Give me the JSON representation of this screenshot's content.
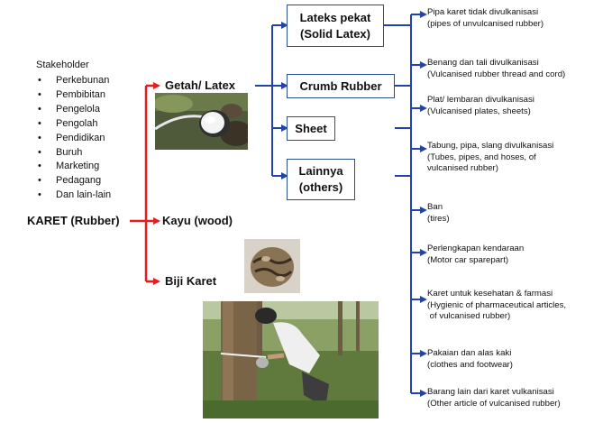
{
  "stakeholder": {
    "title": "Stakeholder",
    "items": [
      "Perkebunan",
      "Pembibitan",
      "Pengelola",
      "Pengolah",
      "Pendidikan",
      "Buruh",
      "Marketing",
      "Pedagang",
      "Dan lain-lain"
    ]
  },
  "root": {
    "label": "KARET (Rubber)"
  },
  "branches": {
    "latex": "Getah/ Latex",
    "wood": "Kayu (wood)",
    "seed": "Biji Karet"
  },
  "latex_products": {
    "solid_line1": "Lateks pekat",
    "solid_line2": "(Solid Latex)",
    "crumb": "Crumb Rubber",
    "sheet": "Sheet",
    "others_line1": "Lainnya",
    "others_line2": "(others)"
  },
  "end_products": [
    {
      "line1": "Pipa karet tidak divulkanisasi",
      "line2": "(pipes of unvulcanised rubber)"
    },
    {
      "line1": "Benang dan tali divulkanisasi",
      "line2": "(Vulcanised rubber thread and cord)"
    },
    {
      "line1": "Plat/ lembaran divulkanisasi",
      "line2": "(Vulcanised plates, sheets)"
    },
    {
      "line1": "Tabung, pipa, slang divulkanisasi",
      "line2": "(Tubes, pipes, and hoses, of",
      "line3": "vulcanised rubber)"
    },
    {
      "line1": "Ban",
      "line2": "(tires)"
    },
    {
      "line1": "Perlengkapan kendaraan",
      "line2": "(Motor car sparepart)"
    },
    {
      "line1": "Karet untuk kesehatan & farmasi",
      "line2": "(Hygienic of pharmaceutical articles,",
      "line3": " of vulcanised rubber)"
    },
    {
      "line1": "Pakaian dan alas kaki",
      "line2": "(clothes and footwear)"
    },
    {
      "line1": "Barang lain dari karet vulkanisasi",
      "line2": "(Other article of vulcanised rubber)"
    }
  ],
  "colors": {
    "red_arrow": "#e41e1e",
    "blue_arrow": "#2244aa",
    "box_border": "#2b4f8c"
  }
}
